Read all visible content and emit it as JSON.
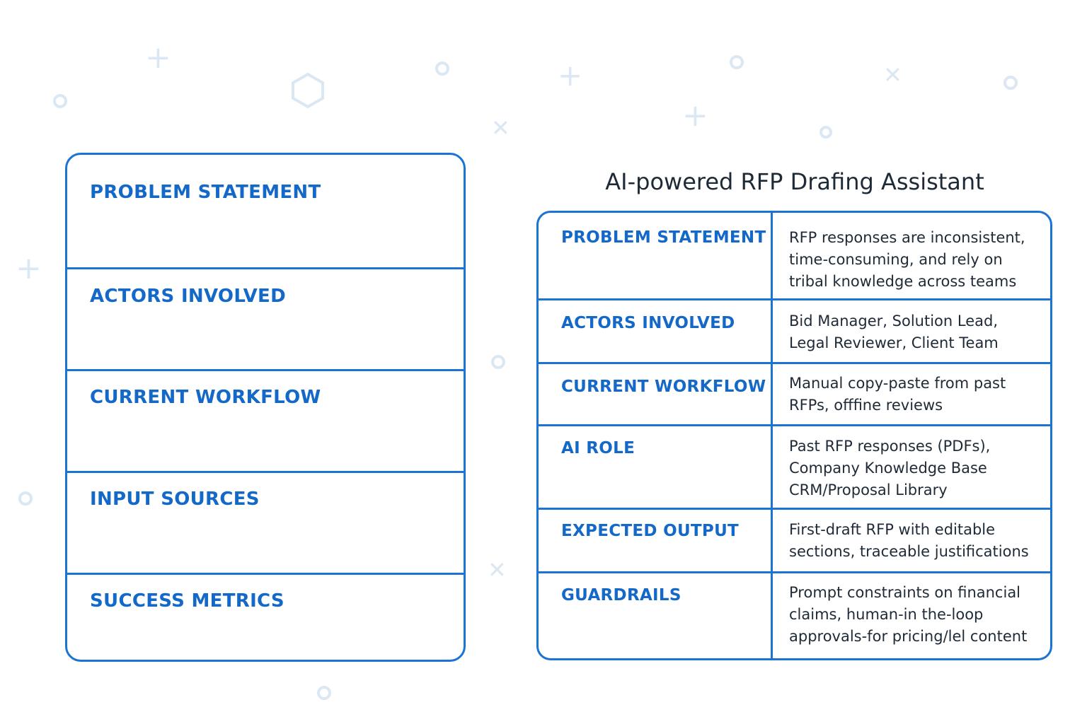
{
  "template": {
    "labels": [
      "PROBLEM STATEMENT",
      "ACTORS INVOLVED",
      "CURRENT WORKFLOW",
      "INPUT SOURCES",
      "SUCCESS METRICS"
    ]
  },
  "filled": {
    "title": "AI-powered RFP Drafing Assistant",
    "rows": [
      {
        "label": "PROBLEM STATEMENT",
        "value": "RFP responses are inconsistent,\ntime-consuming, and rely on\ntribal knowledge across teams"
      },
      {
        "label": "ACTORS INVOLVED",
        "value": "Bid Manager, Solution Lead,\nLegal Reviewer, Client Team"
      },
      {
        "label": "CURRENT WORKFLOW",
        "value": "Manual copy-paste from past\nRFPs, offfine reviews"
      },
      {
        "label": "AI ROLE",
        "value": "Past RFP responses (PDFs),\nCompany Knowledge Base\nCRM/Proposal Library"
      },
      {
        "label": "EXPECTED OUTPUT",
        "value": "First-draft RFP with editable\nsections, traceable justifications"
      },
      {
        "label": "GUARDRAILS",
        "value": "Prompt constraints on financial\nclaims, human-in the-loop\napprovals-for pricing/lel content"
      }
    ]
  },
  "decorations": {
    "color": "#dbe7f3",
    "icons": [
      "plus-icon",
      "circle-icon",
      "hexagon-icon",
      "cross-icon"
    ]
  },
  "accent_color": "#1b74d1"
}
